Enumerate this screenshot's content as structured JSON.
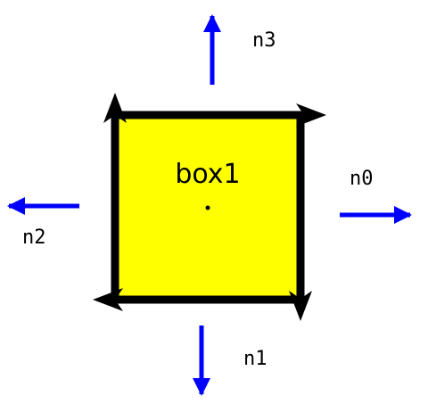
{
  "box": {
    "label": "box1",
    "fill_color": "#ffff00",
    "border_color": "#000000"
  },
  "normals": [
    {
      "label": "n0",
      "direction": "right"
    },
    {
      "label": "n1",
      "direction": "down"
    },
    {
      "label": "n2",
      "direction": "left"
    },
    {
      "label": "n3",
      "direction": "up"
    }
  ],
  "colors": {
    "normal_arrow": "#0000ff",
    "edge_arrow": "#000000"
  }
}
